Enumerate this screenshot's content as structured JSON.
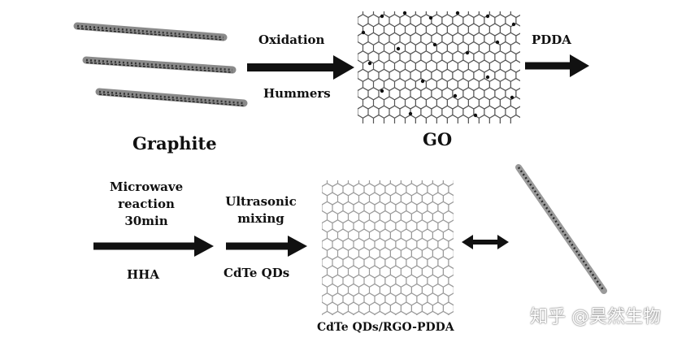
{
  "labels": {
    "graphite": "Graphite",
    "oxidation": "Oxidation",
    "hummers": "Hummers",
    "go": "GO",
    "pdda": "PDDA",
    "microwave": [
      "Microwave",
      "reaction",
      "30min"
    ],
    "hha": "HHA",
    "ultrasonic": [
      "Ultrasonic",
      "mixing"
    ],
    "cdte": "CdTe QDs",
    "product": "CdTe QDs/RGO-PDDA"
  },
  "watermark": "知乎 @昊然生物",
  "icons": [
    "graphite-layer-icon",
    "go-sheet-icon",
    "rgo-sheet-icon",
    "side-sheet-icon",
    "arrow-right-icon",
    "double-arrow-icon"
  ],
  "colors": {
    "ink": "#111111",
    "lattice": "#555555",
    "rgo_lattice": "#9a9a9a"
  }
}
